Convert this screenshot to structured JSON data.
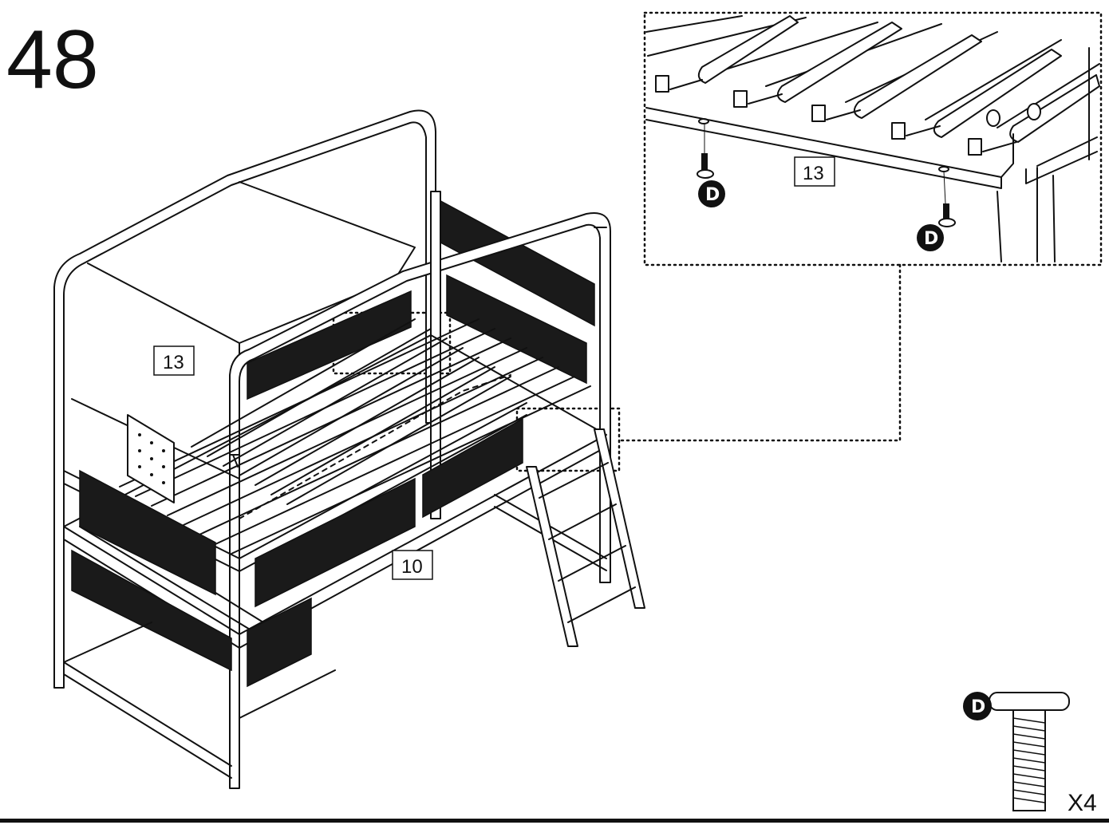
{
  "step_number": "48",
  "part_labels": {
    "rail_13_main": "13",
    "rail_10": "10",
    "rail_13_detail": "13"
  },
  "hardware": {
    "letter": "D",
    "quantity": "X4"
  }
}
